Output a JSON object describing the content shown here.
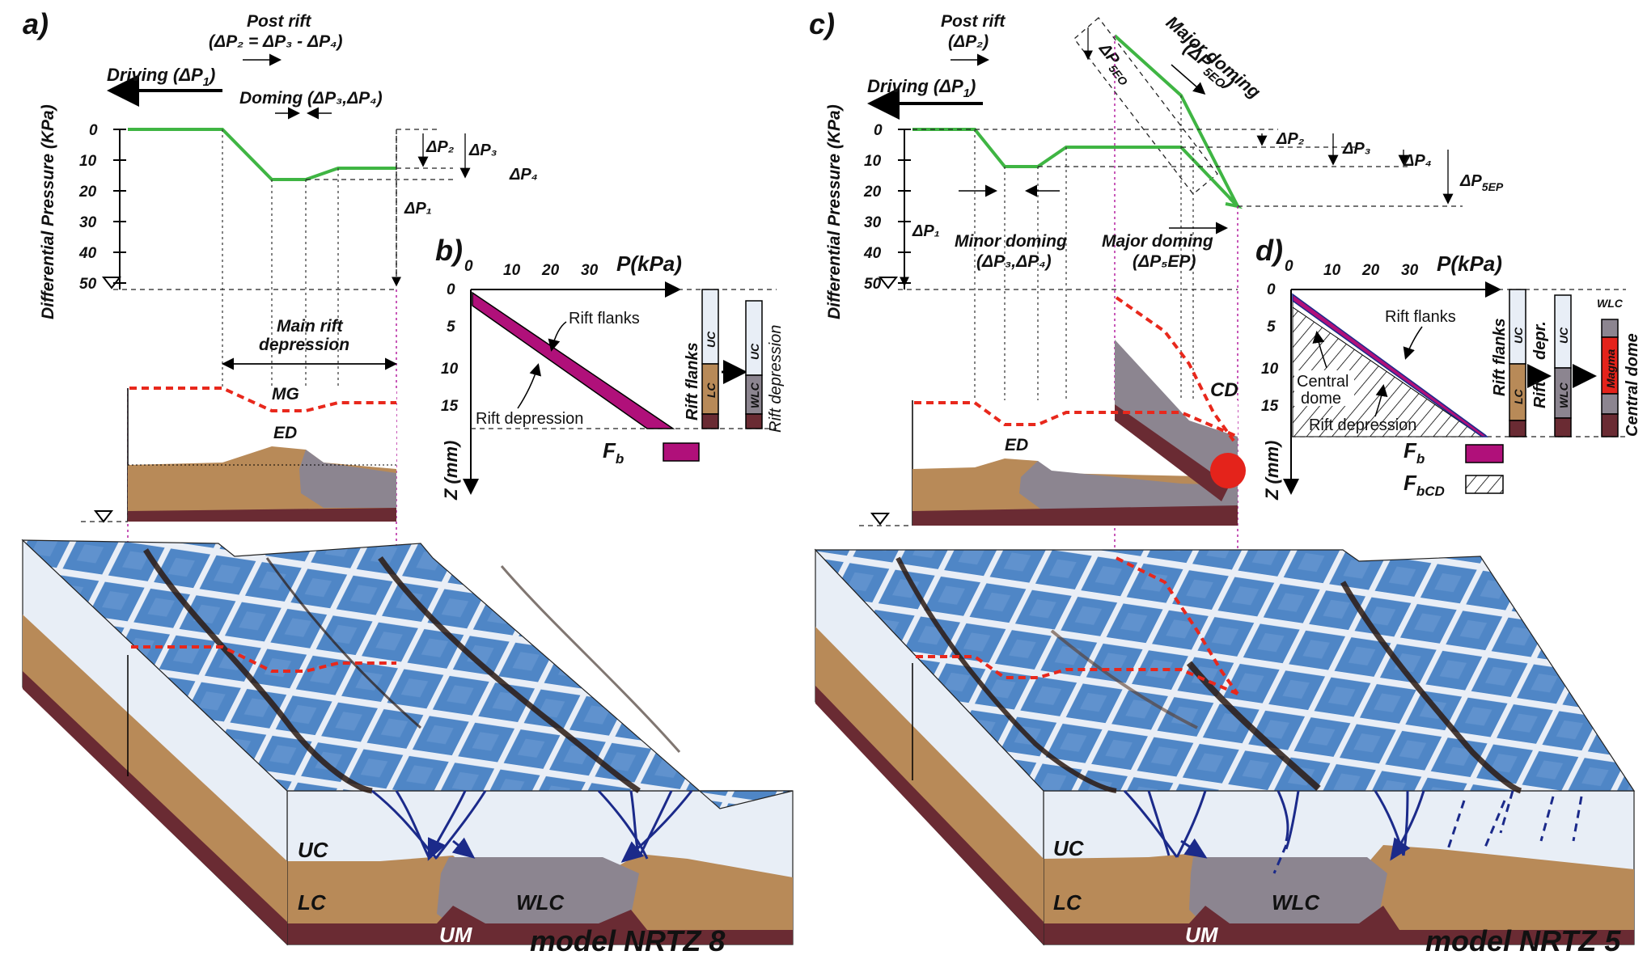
{
  "panel_a": {
    "letter": "a)",
    "y_axis_label": "Differential Pressure (KPa)",
    "y_ticks": [
      "0",
      "10",
      "20",
      "30",
      "40",
      "50"
    ],
    "driving": "Driving (ΔP",
    "driving_sub": "1",
    "post_rift": "Post rift",
    "post_rift_formula": "(ΔP₂ = ΔP₃ - ΔP₄)",
    "doming": "Doming (ΔP₃,ΔP₄)",
    "dp1": "ΔP₁",
    "dp2": "ΔP₂",
    "dp3": "ΔP₃",
    "dp4": "ΔP₄",
    "main_rift_1": "Main rift",
    "main_rift_2": "depression",
    "mg": "MG",
    "ed": "ED",
    "uc": "UC",
    "lc": "LC",
    "um": "UM",
    "wlc": "WLC",
    "model": "model  NRTZ 8"
  },
  "panel_b": {
    "letter": "b)",
    "x_axis_label": "P(kPa)",
    "x_ticks": [
      "0",
      "10",
      "20",
      "30"
    ],
    "y_axis_label": "Z (mm)",
    "y_ticks": [
      "0",
      "5",
      "10",
      "15"
    ],
    "rift_flanks": "Rift flanks",
    "rift_depression": "Rift depression",
    "fb": "F",
    "fb_sub": "b",
    "col_rift_flanks": "Rift flanks",
    "col_rift_depression": "Rift depression",
    "col_uc": "UC",
    "col_lc": "LC",
    "col_wlc": "WLC"
  },
  "panel_c": {
    "letter": "c)",
    "y_axis_label": "Differential Pressure (KPa)",
    "y_ticks": [
      "0",
      "10",
      "20",
      "30",
      "40",
      "50"
    ],
    "driving": "Driving (ΔP",
    "driving_sub": "1",
    "post_rift": "Post rift",
    "post_rift_formula": "(ΔP₂)",
    "major_doming_top_1": "Major doming",
    "major_doming_top_2": "(ΔP",
    "major_doming_top_sub": "5EO",
    "dp5eo": "ΔP",
    "dp5eo_sub": "5EO",
    "minor_doming": "Minor doming",
    "minor_doming_formula": "(ΔP₃,ΔP₄)",
    "major_doming": "Major doming",
    "major_doming_formula": "(ΔP₅EP)",
    "dp1": "ΔP₁",
    "dp2": "ΔP₂",
    "dp3": "ΔP₃",
    "dp4": "ΔP₄",
    "dp5ep": "ΔP",
    "dp5ep_sub": "5EP",
    "ed": "ED",
    "cd": "CD",
    "uc": "UC",
    "lc": "LC",
    "um": "UM",
    "wlc": "WLC",
    "model": "model  NRTZ 5"
  },
  "panel_d": {
    "letter": "d)",
    "x_axis_label": "P(kPa)",
    "x_ticks": [
      "0",
      "10",
      "20",
      "30"
    ],
    "y_axis_label": "Z (mm)",
    "y_ticks": [
      "0",
      "5",
      "10",
      "15"
    ],
    "rift_flanks": "Rift flanks",
    "central_dome_1": "Central",
    "central_dome_2": "dome",
    "rift_depression": "Rift depression",
    "fb": "F",
    "fb_sub": "b",
    "fbcd": "F",
    "fbcd_sub": "bCD",
    "col_rift_flanks": "Rift flanks",
    "col_rift_depr_1": "Rift",
    "col_rift_depr_2": "depr.",
    "col_central_dome": "Central dome",
    "col_uc": "UC",
    "col_lc": "LC",
    "col_wlc": "WLC",
    "col_magma": "Magma",
    "col_wlc_top": "WLC"
  },
  "colors": {
    "pressure_curve": "#3fb543",
    "moho_trace": "#e8281c",
    "upper_crust": "#e8eef6",
    "lower_crust": "#b88a58",
    "weak_lower_crust": "#8c8590",
    "upper_mantle": "#6a2b33",
    "fb_fill": "#b0107a",
    "magma": "#e4231b",
    "faults": "#1b2a8a",
    "model_surface": "#5b8fc8"
  }
}
